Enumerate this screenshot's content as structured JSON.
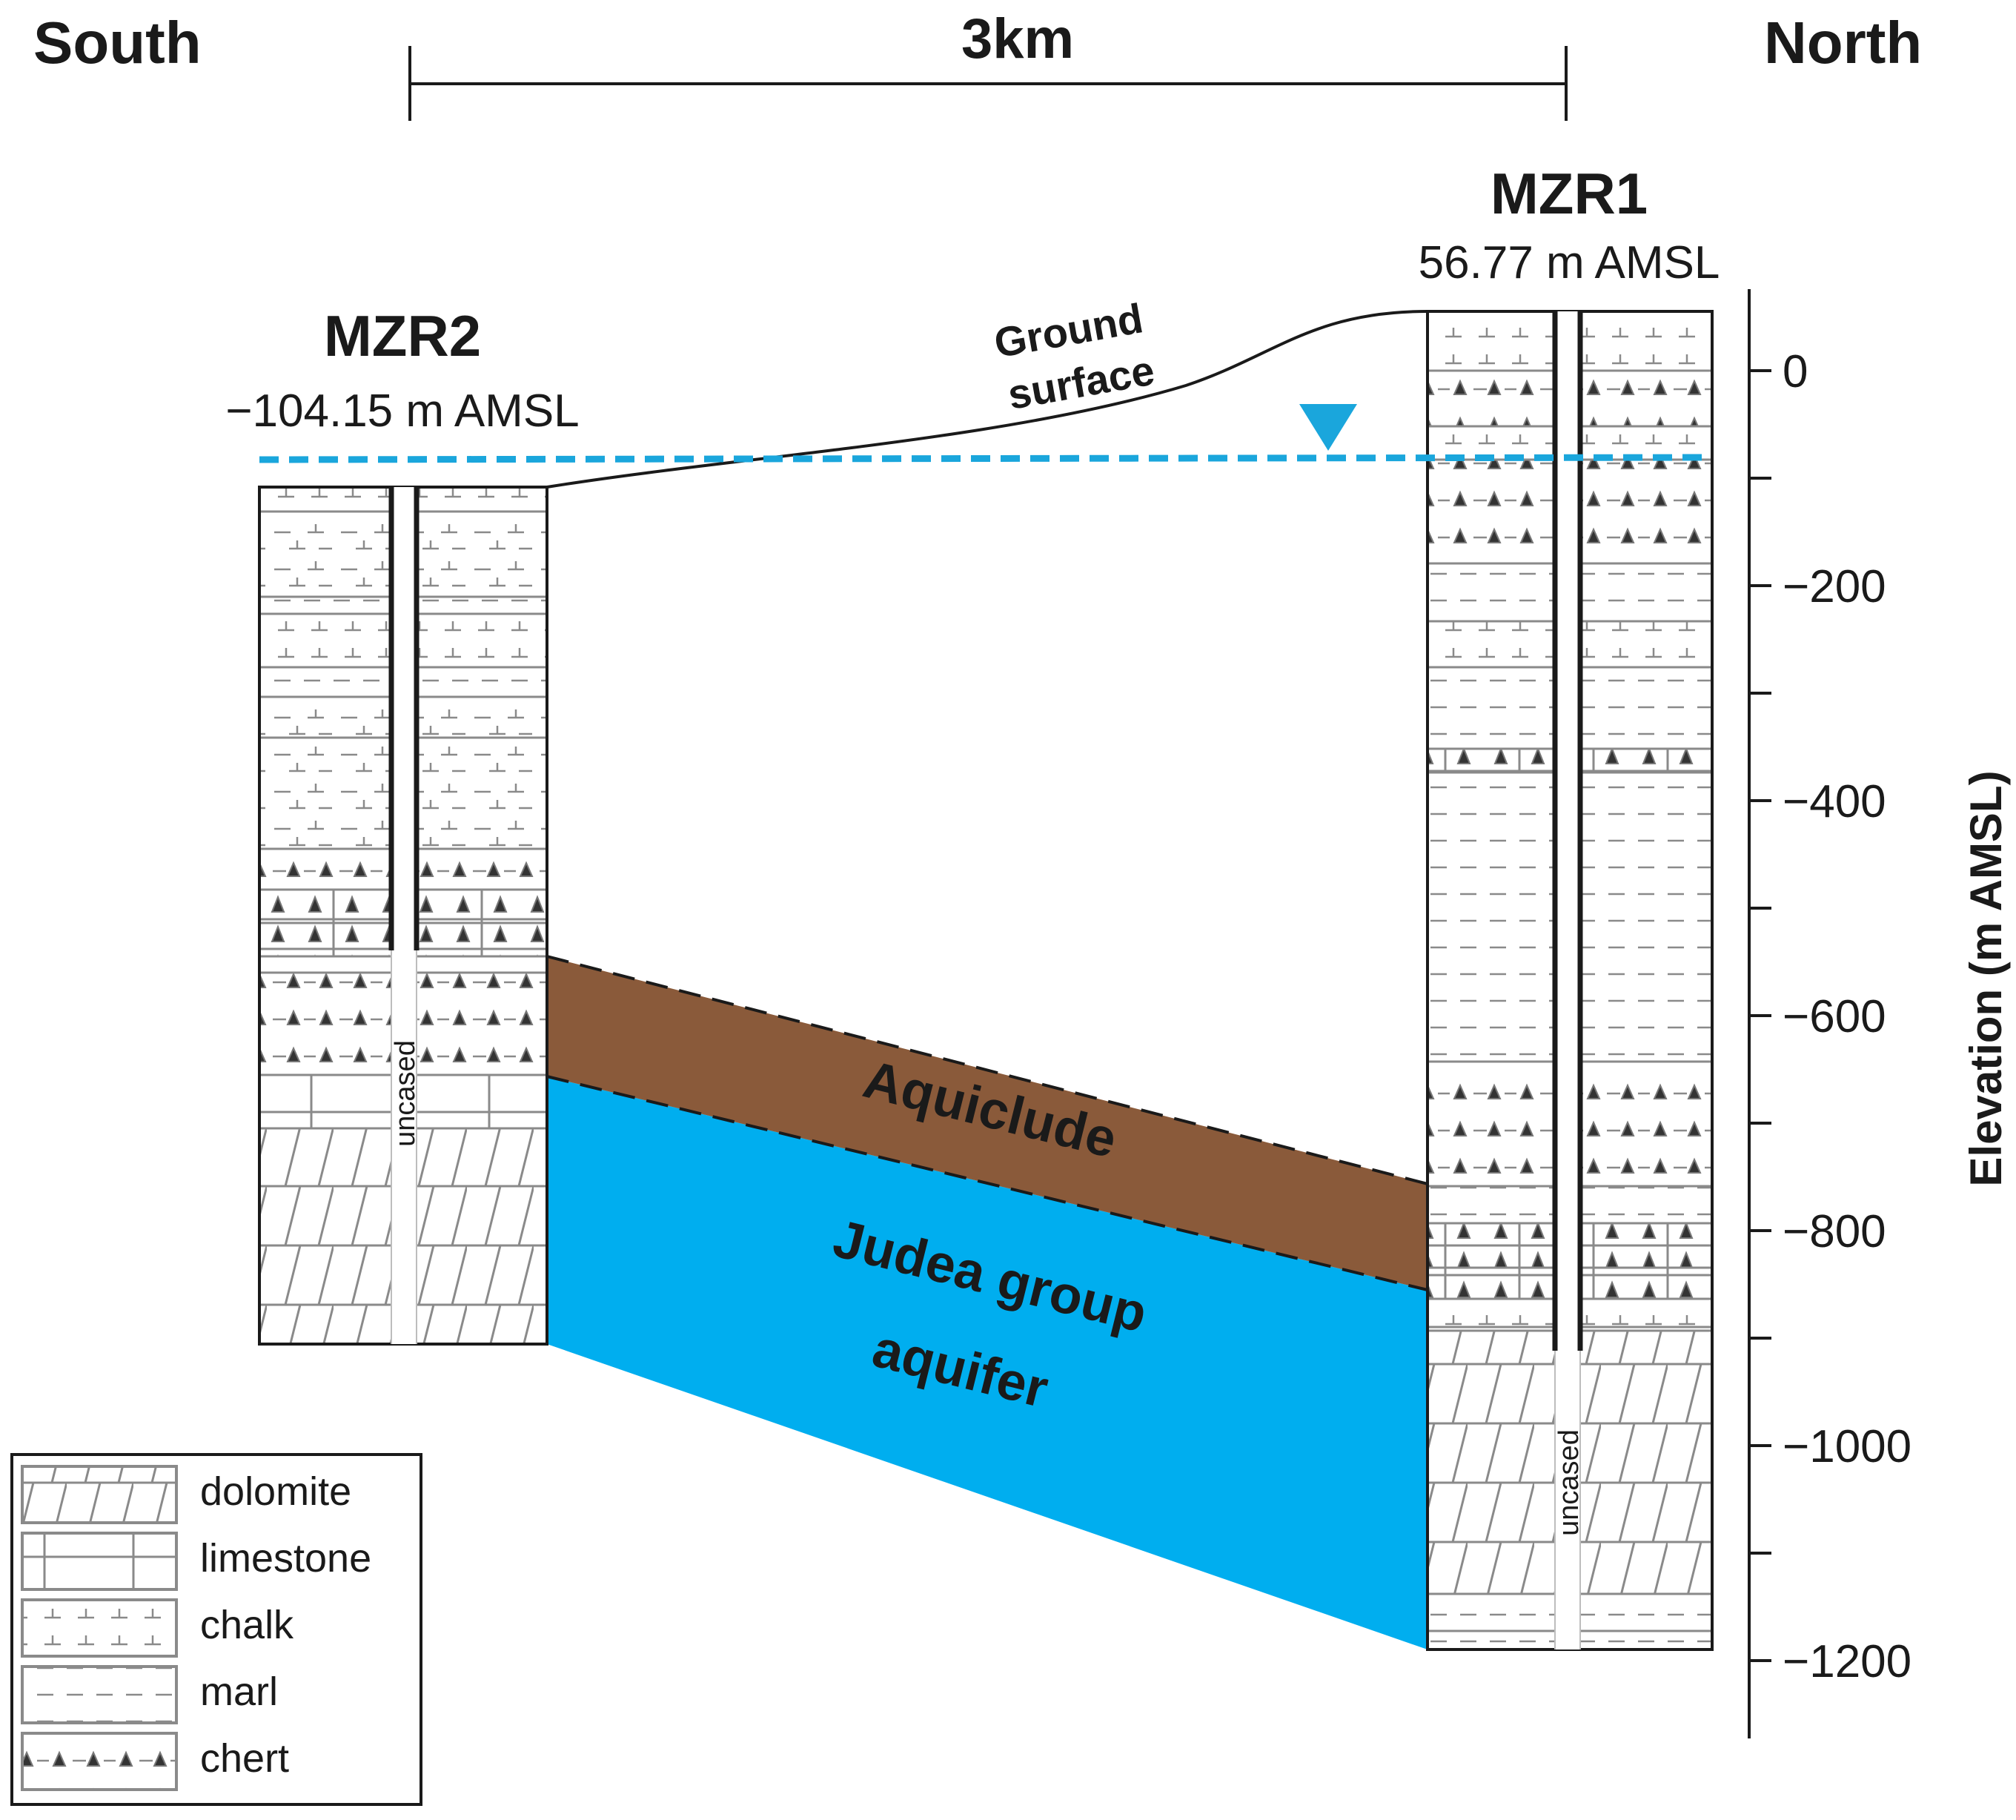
{
  "header": {
    "south_label": "South",
    "north_label": "North",
    "scale_label": "3km"
  },
  "wells": [
    {
      "name": "MZR2",
      "elevation_label": "−104.15 m AMSL",
      "uncased_label": "uncased"
    },
    {
      "name": "MZR1",
      "elevation_label": "56.77 m AMSL",
      "uncased_label": "uncased"
    }
  ],
  "annotations": {
    "ground_surface_line1": "Ground",
    "ground_surface_line2": "surface",
    "aquiclude": "Aquiclude",
    "aquifer_line1": "Judea group",
    "aquifer_line2": "aquifer"
  },
  "axis": {
    "title": "Elevation (m AMSL)",
    "ticks": [
      "0",
      "−200",
      "−400",
      "−600",
      "−800",
      "−1000",
      "−1200"
    ]
  },
  "legend": {
    "items": [
      "dolomite",
      "limestone",
      "chalk",
      "marl",
      "chert"
    ]
  },
  "colors": {
    "water_table": "#1aa6dc",
    "aquiclude": "#8a5a3a",
    "aquifer": "#00aeef",
    "column_line": "#8a8a8a",
    "ink": "#1a1a1a"
  }
}
